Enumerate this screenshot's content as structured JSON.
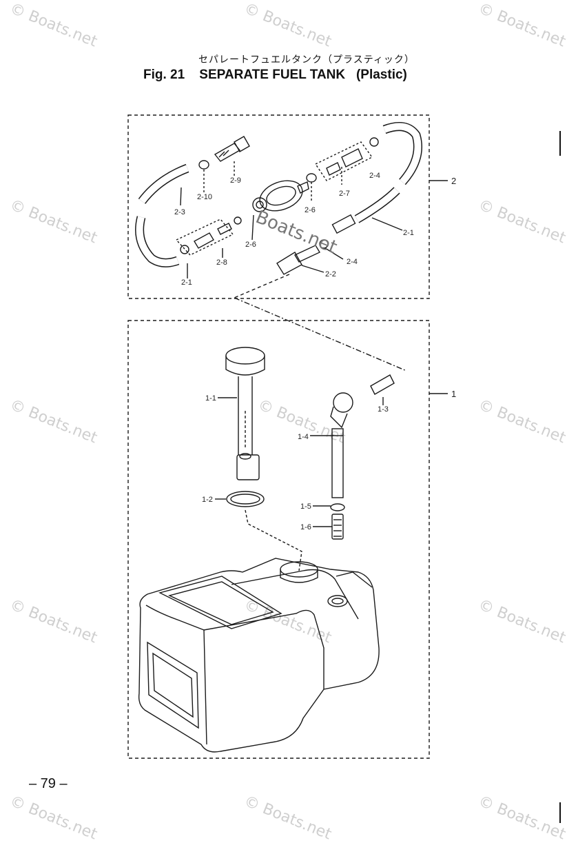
{
  "header": {
    "title_jp": "セパレートフュエルタンク（プラスティック）",
    "title_en": "Fig. 21    SEPARATE FUEL TANK   (Plastic)"
  },
  "footer": {
    "page_number": "– 79 –"
  },
  "watermark": {
    "text": "© Boats.net",
    "center_text": "Boats.net"
  },
  "groups": [
    {
      "id": "2",
      "label": "2"
    },
    {
      "id": "1",
      "label": "1"
    }
  ],
  "part_labels": {
    "p2_9": "2-9",
    "p2_10": "2-10",
    "p2_3": "2-3",
    "p2_1a": "2-1",
    "p2_8": "2-8",
    "p2_6a": "2-6",
    "p2_6b": "2-6",
    "p2_7": "2-7",
    "p2_4a": "2-4",
    "p2_1b": "2-1",
    "p2_4b": "2-4",
    "p2_2": "2-2",
    "p1_1": "1-1",
    "p1_2": "1-2",
    "p1_3": "1-3",
    "p1_4": "1-4",
    "p1_5": "1-5",
    "p1_6": "1-6"
  },
  "colors": {
    "ink": "#1a1a1a",
    "watermark": "#cfcfcf"
  }
}
